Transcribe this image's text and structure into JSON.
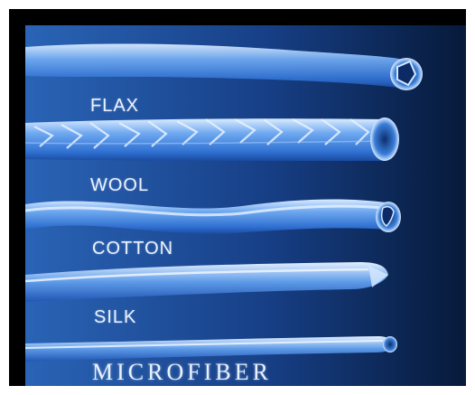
{
  "labels": {
    "flax": "FLAX",
    "wool": "WOOL",
    "cotton": "COTTON",
    "silk": "SILK",
    "microfiber": "MICROFIBER"
  },
  "colors": {
    "frame": "#000000",
    "background_dark": "#061a3a",
    "background_light": "#2a64b6",
    "fiber_highlight": "#cfe4ff",
    "fiber_body": "#4d8ee6"
  }
}
